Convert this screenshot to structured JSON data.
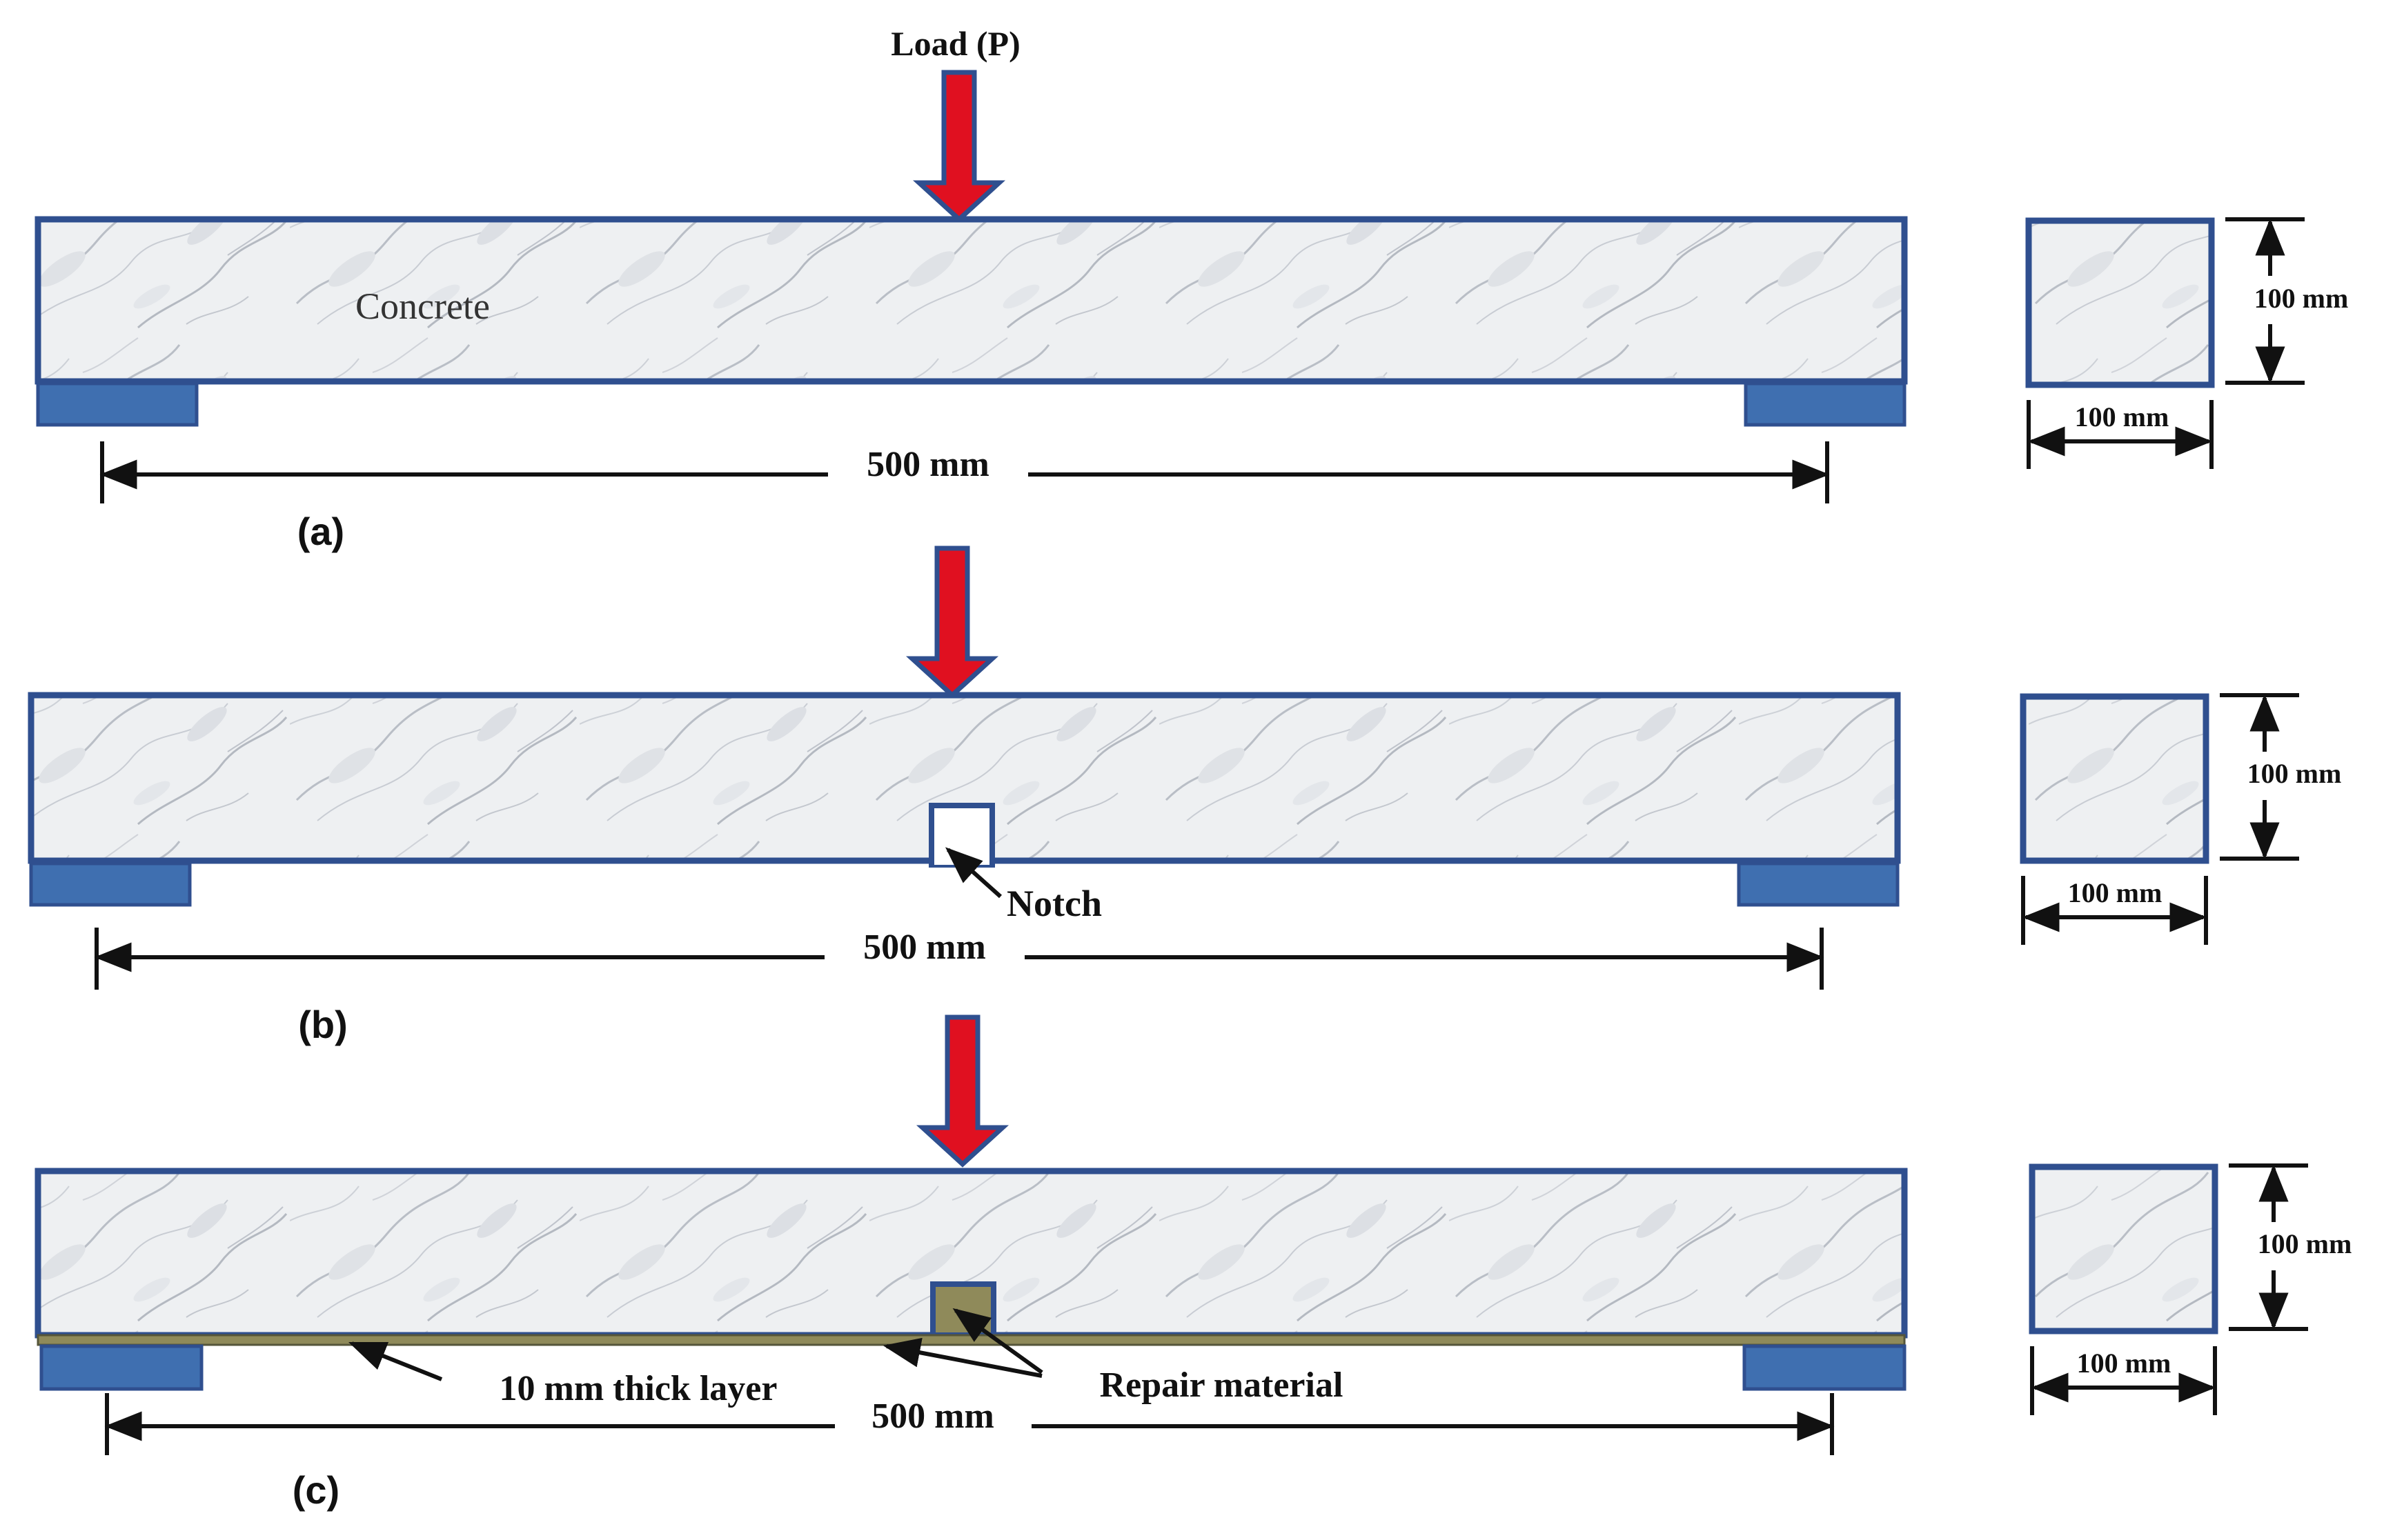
{
  "figure": {
    "load_label": "Load (P)",
    "material_label": "Concrete",
    "panels": [
      {
        "id": "a",
        "label": "(a)",
        "span_label": "500 mm",
        "section_height_label": "100 mm",
        "section_width_label": "100 mm"
      },
      {
        "id": "b",
        "label": "(b)",
        "span_label": "500 mm",
        "section_height_label": "100 mm",
        "section_width_label": "100 mm",
        "notch_label": "Notch"
      },
      {
        "id": "c",
        "label": "(c)",
        "span_label": "500 mm",
        "section_height_label": "100 mm",
        "section_width_label": "100 mm",
        "layer_label": "10 mm thick layer",
        "repair_label": "Repair material"
      }
    ]
  },
  "colors": {
    "load_arrow": "#e01020",
    "beam_outline": "#2f4f8f",
    "support": "#3f6fb0",
    "repair_material": "#8f8a5a",
    "concrete": "#eef0f2"
  }
}
